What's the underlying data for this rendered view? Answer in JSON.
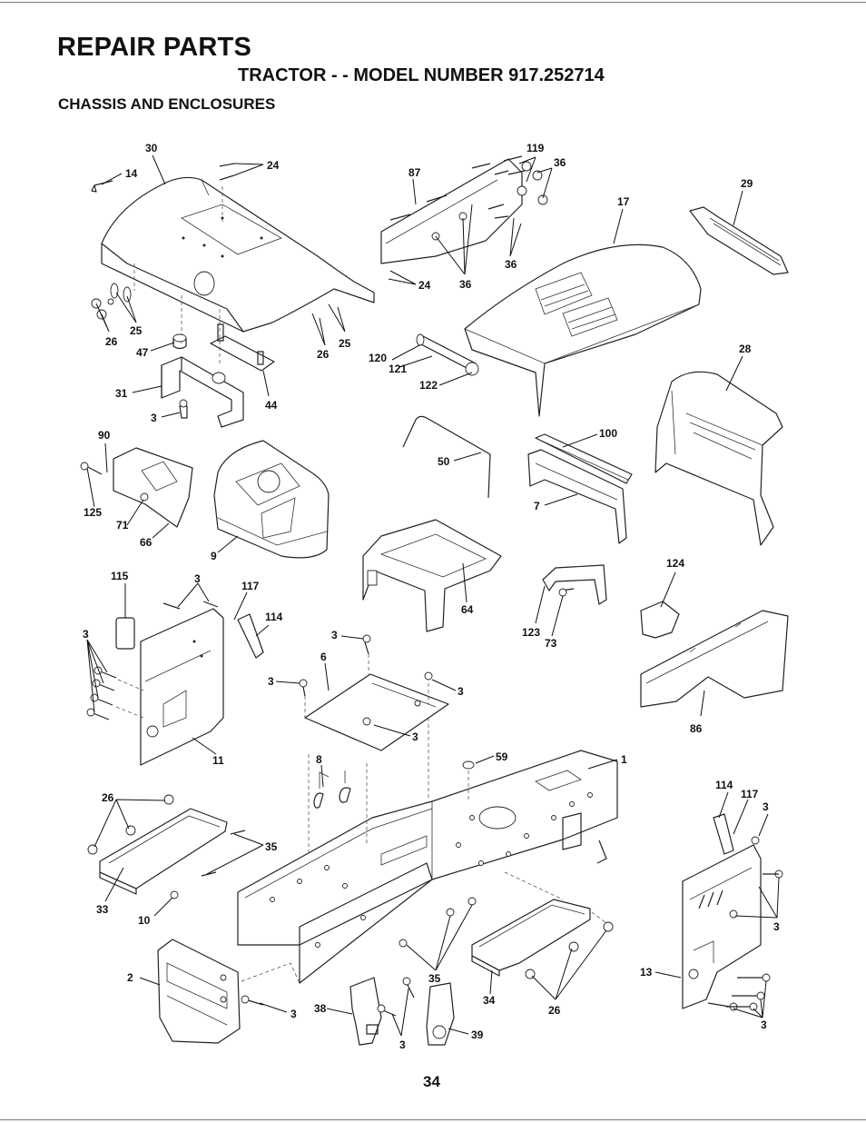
{
  "header": {
    "title": "REPAIR PARTS",
    "subtitle": "TRACTOR - - MODEL NUMBER 917.252714",
    "section": "CHASSIS AND ENCLOSURES"
  },
  "page_number": "34",
  "callouts": {
    "c30": "30",
    "c24a": "24",
    "c14": "14",
    "c87": "87",
    "c119": "119",
    "c36a": "36",
    "c17": "17",
    "c29": "29",
    "c36b": "36",
    "c36c": "36",
    "c24b": "24",
    "c26a": "26",
    "c25a": "25",
    "c47": "47",
    "c26b": "26",
    "c25b": "25",
    "c120": "120",
    "c121": "121",
    "c122": "122",
    "c28": "28",
    "c31": "31",
    "c44": "44",
    "c3a": "3",
    "c90": "90",
    "c125": "125",
    "c71": "71",
    "c66": "66",
    "c9": "9",
    "c50": "50",
    "c100": "100",
    "c7": "7",
    "c64": "64",
    "c124": "124",
    "c123": "123",
    "c73": "73",
    "c115": "115",
    "c3b": "3",
    "c117a": "117",
    "c114a": "114",
    "c3c": "3",
    "c11": "11",
    "c3d": "3",
    "c6": "6",
    "c3e": "3",
    "c3f": "3",
    "c3g": "3",
    "c86": "86",
    "c8": "8",
    "c59": "59",
    "c1": "1",
    "c26c": "26",
    "c35a": "35",
    "c33": "33",
    "c10": "10",
    "c114b": "114",
    "c117b": "117",
    "c3h": "3",
    "c3i": "3",
    "c2": "2",
    "c3j": "3",
    "c38": "38",
    "c3k": "3",
    "c35b": "35",
    "c39": "39",
    "c34": "34",
    "c26d": "26",
    "c13": "13",
    "c3l": "3"
  }
}
